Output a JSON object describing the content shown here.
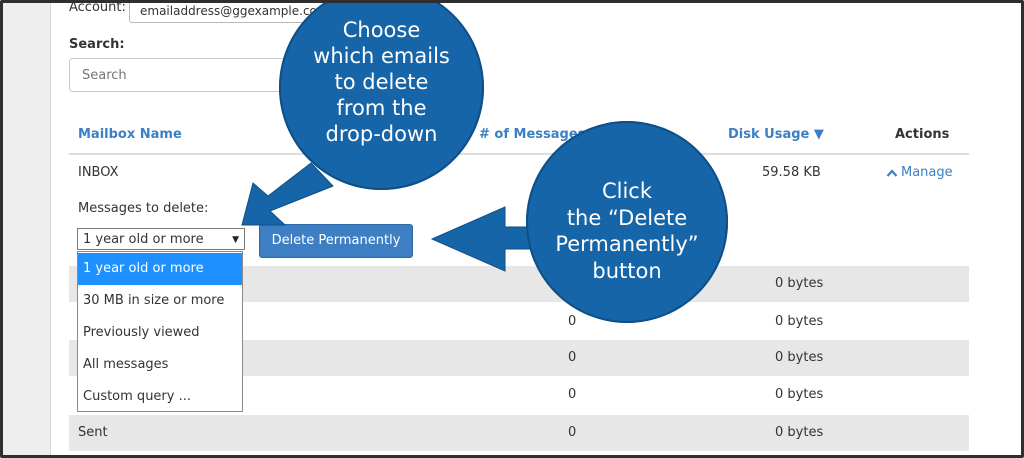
{
  "account": {
    "label": "Account:",
    "value": "emailaddress@ggexample.com"
  },
  "search": {
    "label": "Search:",
    "placeholder": "Search"
  },
  "table": {
    "headers": {
      "name": "Mailbox Name",
      "messages": "# of Messages",
      "disk": "Disk Usage ▼",
      "actions": "Actions"
    },
    "inbox": {
      "name": "INBOX",
      "disk": "59.58 KB",
      "manage": "Manage"
    },
    "rows": [
      {
        "name": "",
        "messages": "",
        "disk": "0 bytes"
      },
      {
        "name": "",
        "messages": "0",
        "disk": "0 bytes"
      },
      {
        "name": "",
        "messages": "0",
        "disk": "0 bytes"
      },
      {
        "name": "",
        "messages": "0",
        "disk": "0 bytes"
      },
      {
        "name": "Sent",
        "messages": "0",
        "disk": "0 bytes"
      }
    ]
  },
  "delete_panel": {
    "label": "Messages to delete:",
    "selected": "1 year old or more",
    "button": "Delete Permanently",
    "options": [
      "1 year old or more",
      "30 MB in size or more",
      "Previously viewed",
      "All messages",
      "Custom query ..."
    ]
  },
  "callouts": {
    "one": [
      "Choose",
      "which emails",
      "to delete",
      "from the",
      "drop-down"
    ],
    "two": [
      "Click",
      "the “Delete",
      "Permanently”",
      "button"
    ]
  },
  "colors": {
    "link": "#3b7fc4",
    "button": "#3e7fc4",
    "bubble": "#1565a8",
    "highlight": "#1e90ff"
  },
  "icons": {
    "manage": "chevron-up-icon",
    "select": "triangle-down-icon"
  }
}
